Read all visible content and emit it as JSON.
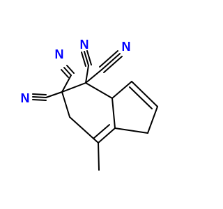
{
  "molecule": {
    "atoms": [
      {
        "symbol": "N",
        "color": "#0000ff"
      },
      {
        "symbol": "N",
        "color": "#0000ff"
      },
      {
        "symbol": "N",
        "color": "#0000ff"
      },
      {
        "symbol": "N",
        "color": "#0000ff"
      }
    ]
  }
}
